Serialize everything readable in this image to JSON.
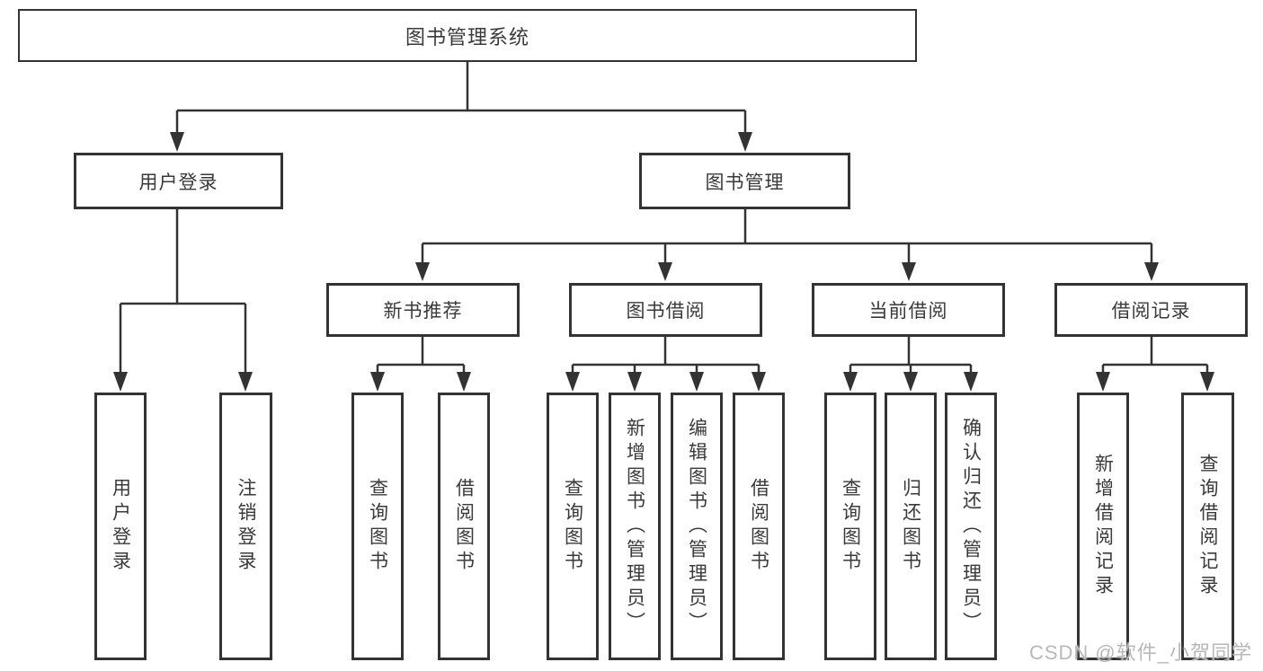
{
  "root": {
    "label": "图书管理系统"
  },
  "branches": [
    {
      "label": "用户登录",
      "children": [
        "用户登录",
        "注销登录"
      ]
    },
    {
      "label": "图书管理",
      "groups": [
        {
          "label": "新书推荐",
          "children": [
            "查询图书",
            "借阅图书"
          ]
        },
        {
          "label": "图书借阅",
          "children": [
            "查询图书",
            "新增图书（管理员）",
            "编辑图书（管理员）",
            "借阅图书"
          ]
        },
        {
          "label": "当前借阅",
          "children": [
            "查询图书",
            "归还图书",
            "确认归还（管理员）"
          ]
        },
        {
          "label": "借阅记录",
          "children": [
            "新增借阅记录",
            "查询借阅记录"
          ]
        }
      ]
    }
  ],
  "watermark": "CSDN @软件_小贺同学",
  "colors": {
    "line": "#333333",
    "text": "#3a3a3a",
    "watermark": "#b8b8b8",
    "background": "#ffffff"
  }
}
